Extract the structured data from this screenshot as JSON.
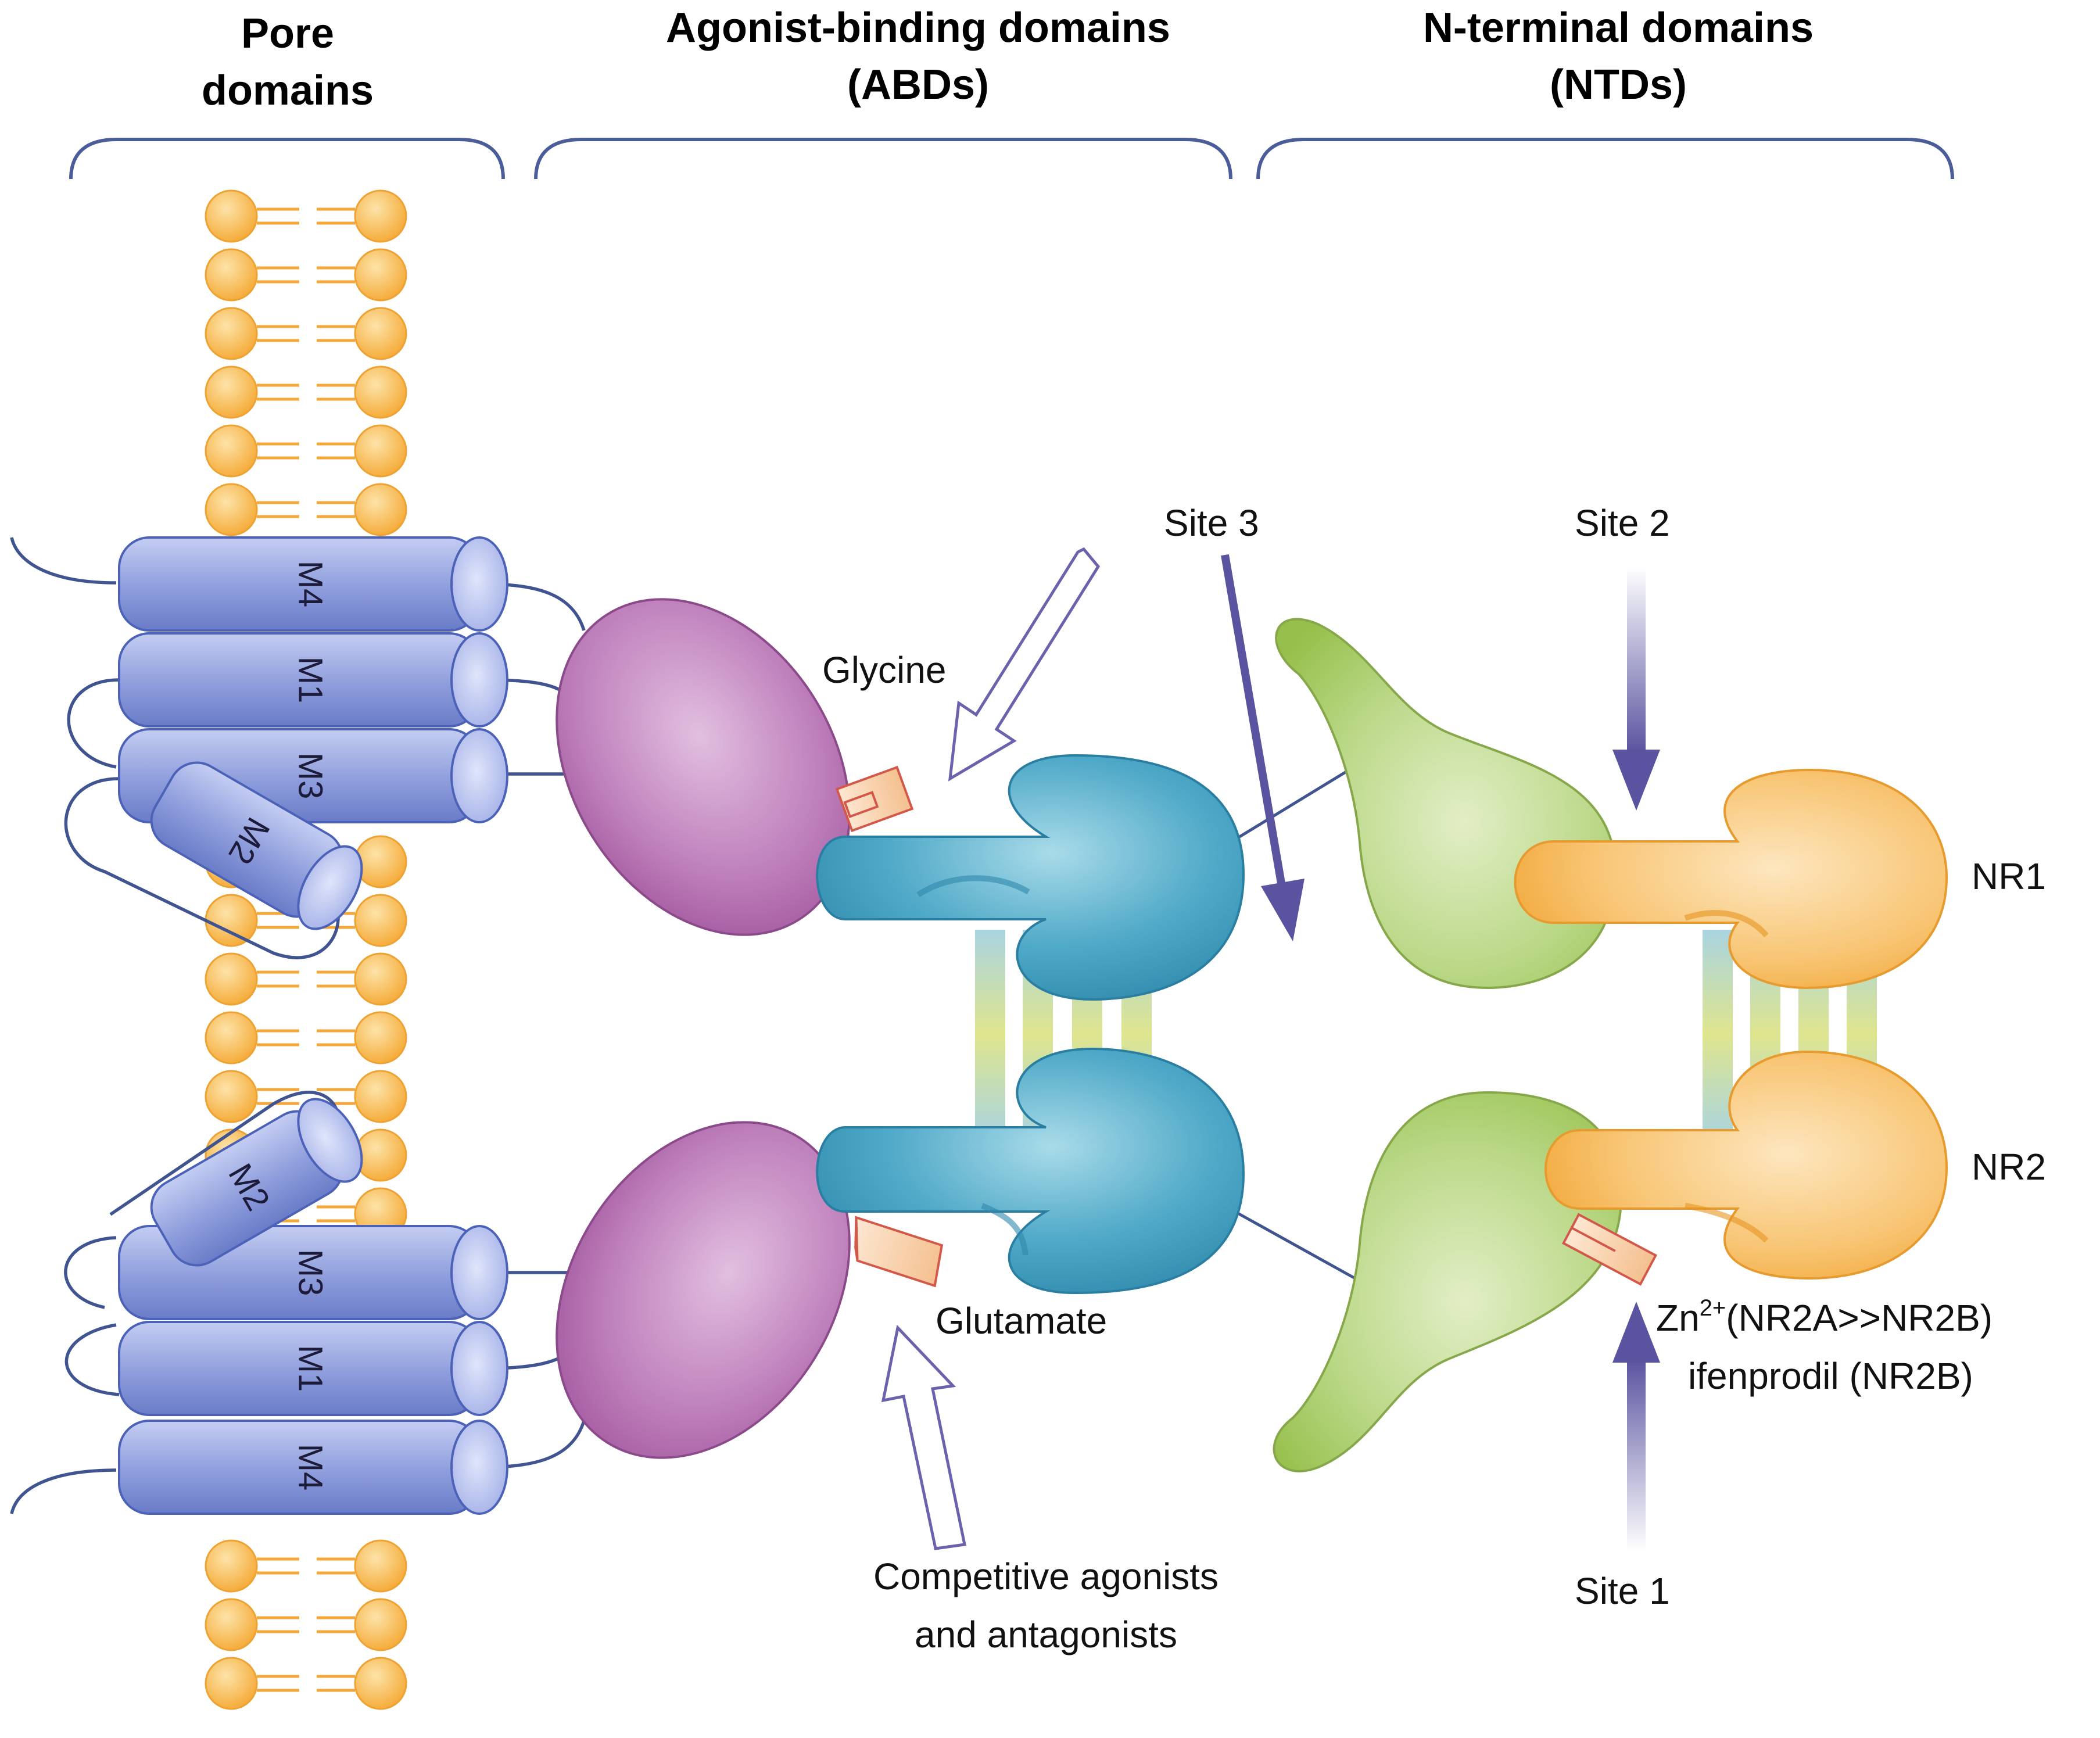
{
  "headers": {
    "pore": [
      "Pore",
      "domains"
    ],
    "abd": [
      "Agonist-binding domains",
      "(ABDs)"
    ],
    "ntd": [
      "N-terminal domains",
      "(NTDs)"
    ]
  },
  "helices": {
    "top": {
      "m4": "M4",
      "m1": "M1",
      "m3": "M3",
      "m2": "M2"
    },
    "bottom": {
      "m4": "M4",
      "m1": "M1",
      "m3": "M3",
      "m2": "M2"
    }
  },
  "labels": {
    "glycine": "Glycine",
    "glutamate": "Glutamate",
    "competitive": [
      "Competitive agonists",
      "and antagonists"
    ],
    "site1": "Site 1",
    "site2": "Site 2",
    "site3": "Site 3",
    "nr1": "NR1",
    "nr2": "NR2",
    "zn_main": "Zn",
    "zn_sup": "2+",
    "zn_rest": "(NR2A>>NR2B)",
    "ifenprodil": "ifenprodil (NR2B)"
  },
  "colors": {
    "lipid": "#f7b347",
    "helix": "#8f9fdc",
    "abd_lobe": "#b46ab0",
    "abd_stem": "#3e9fbe",
    "ntd_green": "#a8cc64",
    "ntd_orange": "#f5b040",
    "arrow": "#5a54a0"
  }
}
